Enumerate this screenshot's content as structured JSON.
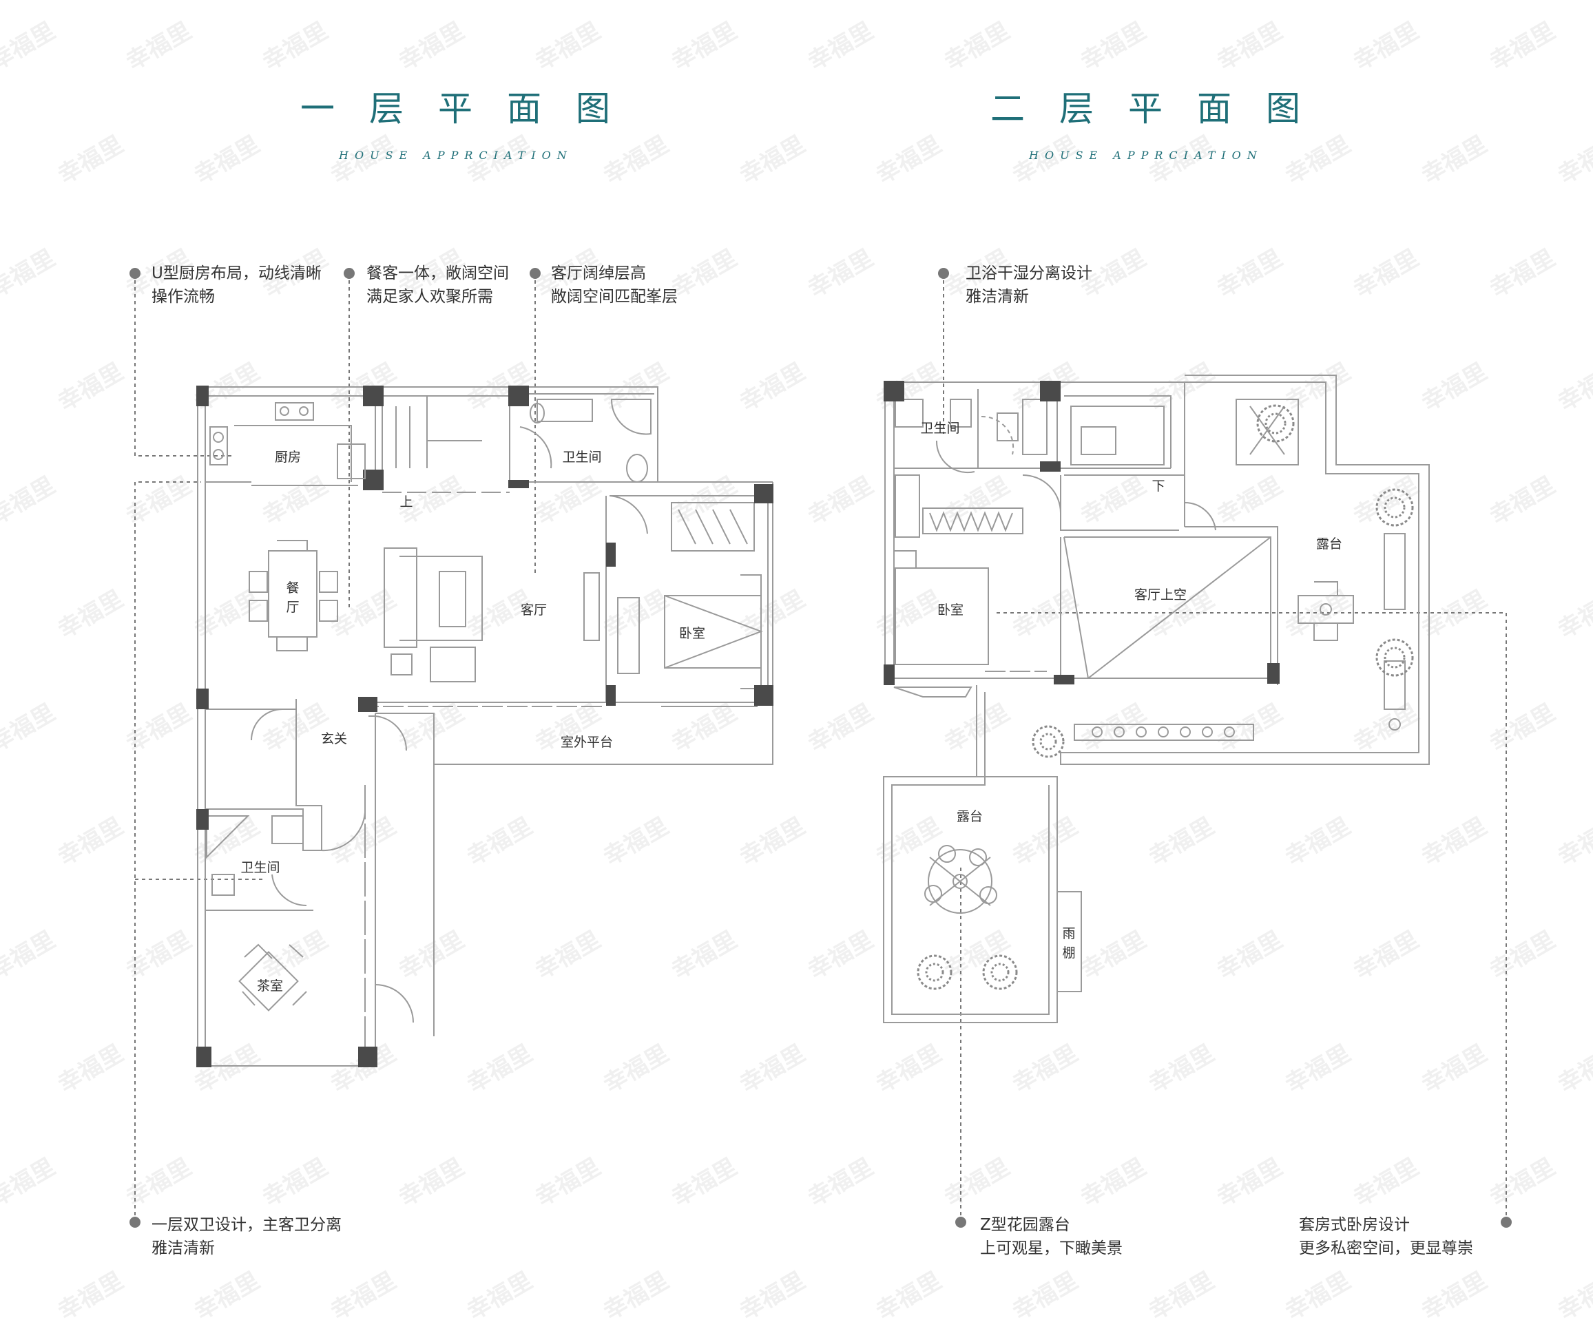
{
  "watermark": "幸福里",
  "floor1": {
    "title": "一层平面图",
    "subtitle": "HOUSE APPRCIATION",
    "rooms": {
      "kitchen": "厨房",
      "bath_top": "卫生间",
      "stair_up": "上",
      "dining_char1": "餐",
      "dining_char2": "厅",
      "living": "客厅",
      "bedroom": "卧室",
      "foyer": "玄关",
      "outdoor_platform": "室外平台",
      "bath_bottom": "卫生间",
      "tea_room": "茶室"
    },
    "notes": {
      "kitchen": [
        "U型厨房布局，动线清晰",
        "操作流畅"
      ],
      "dining": [
        "餐客一体，敞阔空间",
        "满足家人欢聚所需"
      ],
      "living": [
        "客厅阔绰层高",
        "敞阔空间匹配峯层"
      ],
      "bath": [
        "一层双卫设计，主客卫分离",
        "雅洁清新"
      ]
    }
  },
  "floor2": {
    "title": "二层平面图",
    "subtitle": "HOUSE APPRCIATION",
    "rooms": {
      "bath": "卫生间",
      "stair_down": "下",
      "terrace_right": "露台",
      "living_void": "客厅上空",
      "bedroom": "卧室",
      "terrace_left": "露台",
      "canopy_char1": "雨",
      "canopy_char2": "棚"
    },
    "notes": {
      "bath": [
        "卫浴干湿分离设计",
        "雅洁清新"
      ],
      "garden": [
        "Z型花园露台",
        "上可观星，下瞰美景"
      ],
      "suite": [
        "套房式卧房设计",
        "更多私密空间，更显尊崇"
      ]
    }
  },
  "colors": {
    "title": "#1f6f78",
    "text": "#333333",
    "wall": "#9a9a9a",
    "column": "#4a4a4a",
    "guide": "#777777"
  }
}
